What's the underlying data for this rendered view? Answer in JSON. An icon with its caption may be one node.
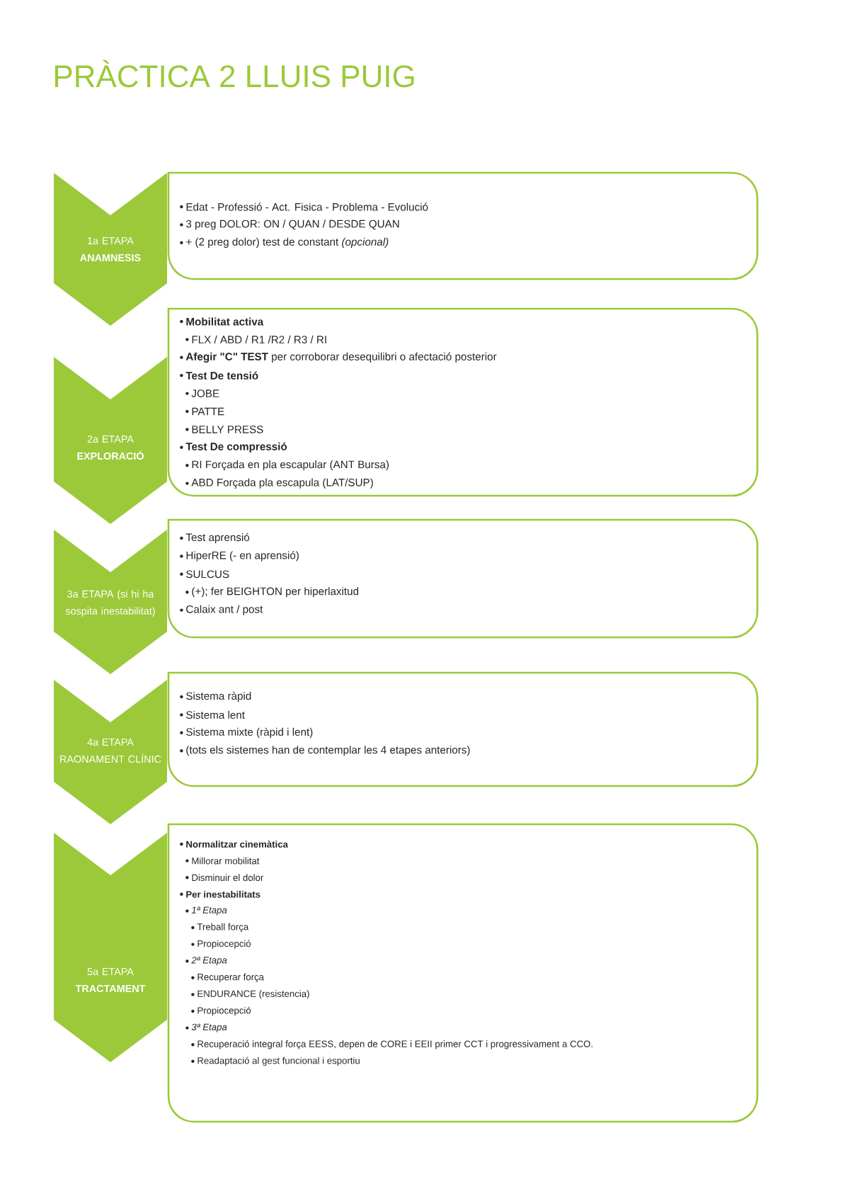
{
  "diagram": {
    "title": "PRÀCTICA 2 LLUIS PUIG",
    "nodes": [
      {
        "text": [
          "1a ETAPA",
          "ANAMNESIS"
        ]
      },
      {
        "text": [
          "Edat - Professió - Act. Fisica - Problema - Evolució",
          "3 preg DOLOR: ON / QUAN / DESDE QUAN",
          "+ (2 preg dolor) test de constant *(opcional)*"
        ]
      },
      {
        "text": [
          "2a ETAPA",
          "EXPLORACIÓ"
        ]
      },
      {
        "text": [
          "Mobilitat activa",
          "FLX / ABD / R1 /R2 / R3 / RI",
          "**Afegir \"C\" TEST** per corroborar desequilibri o afectació posterior",
          "Test De tensió",
          "JOBE",
          "PATTE",
          "BELLY PRESS",
          "Test De compressió",
          "RI Forçada en pla escapular (ANT Bursa)",
          "ABD Forçada pla escapula (LAT/SUP)"
        ]
      },
      {
        "text": [
          "3a ETAPA (si hi ha sospita inestabilitat)"
        ]
      },
      {
        "text": [
          "Test aprensió",
          "HiperRE (- en aprensió)",
          "SULCUS",
          "(+); fer BEIGHTON per hiperlaxitud",
          "Calaix ant / post"
        ]
      },
      {
        "text": [
          "4a ETAPA",
          "RAONAMENT CLÍNIC"
        ]
      },
      {
        "text": [
          "Sistema ràpid",
          "Sistema lent",
          "Sistema mixte (ràpid i lent)",
          "(tots els sistemes han de contemplar les 4 etapes anteriors)"
        ]
      },
      {
        "text": [
          "5a ETAPA",
          "TRACTAMENT"
        ]
      },
      {
        "text": [
          "Normalitzar cinemàtica",
          "Millorar mobilitat",
          "Disminuir el dolor",
          "Per inestabilitats",
          "1ª Etapa",
          "Treball força",
          "Propiocepció",
          "2ª Etapa",
          "Recuperar força",
          "ENDURANCE (resistencia)",
          "Propiocepció",
          "3ª Etapa",
          "Recuperació integral força EESS, depen de CORE i EEII primer CCT i progressivament a CCO.",
          "Readaptació al gest funcional i esportiu"
        ]
      }
    ]
  }
}
